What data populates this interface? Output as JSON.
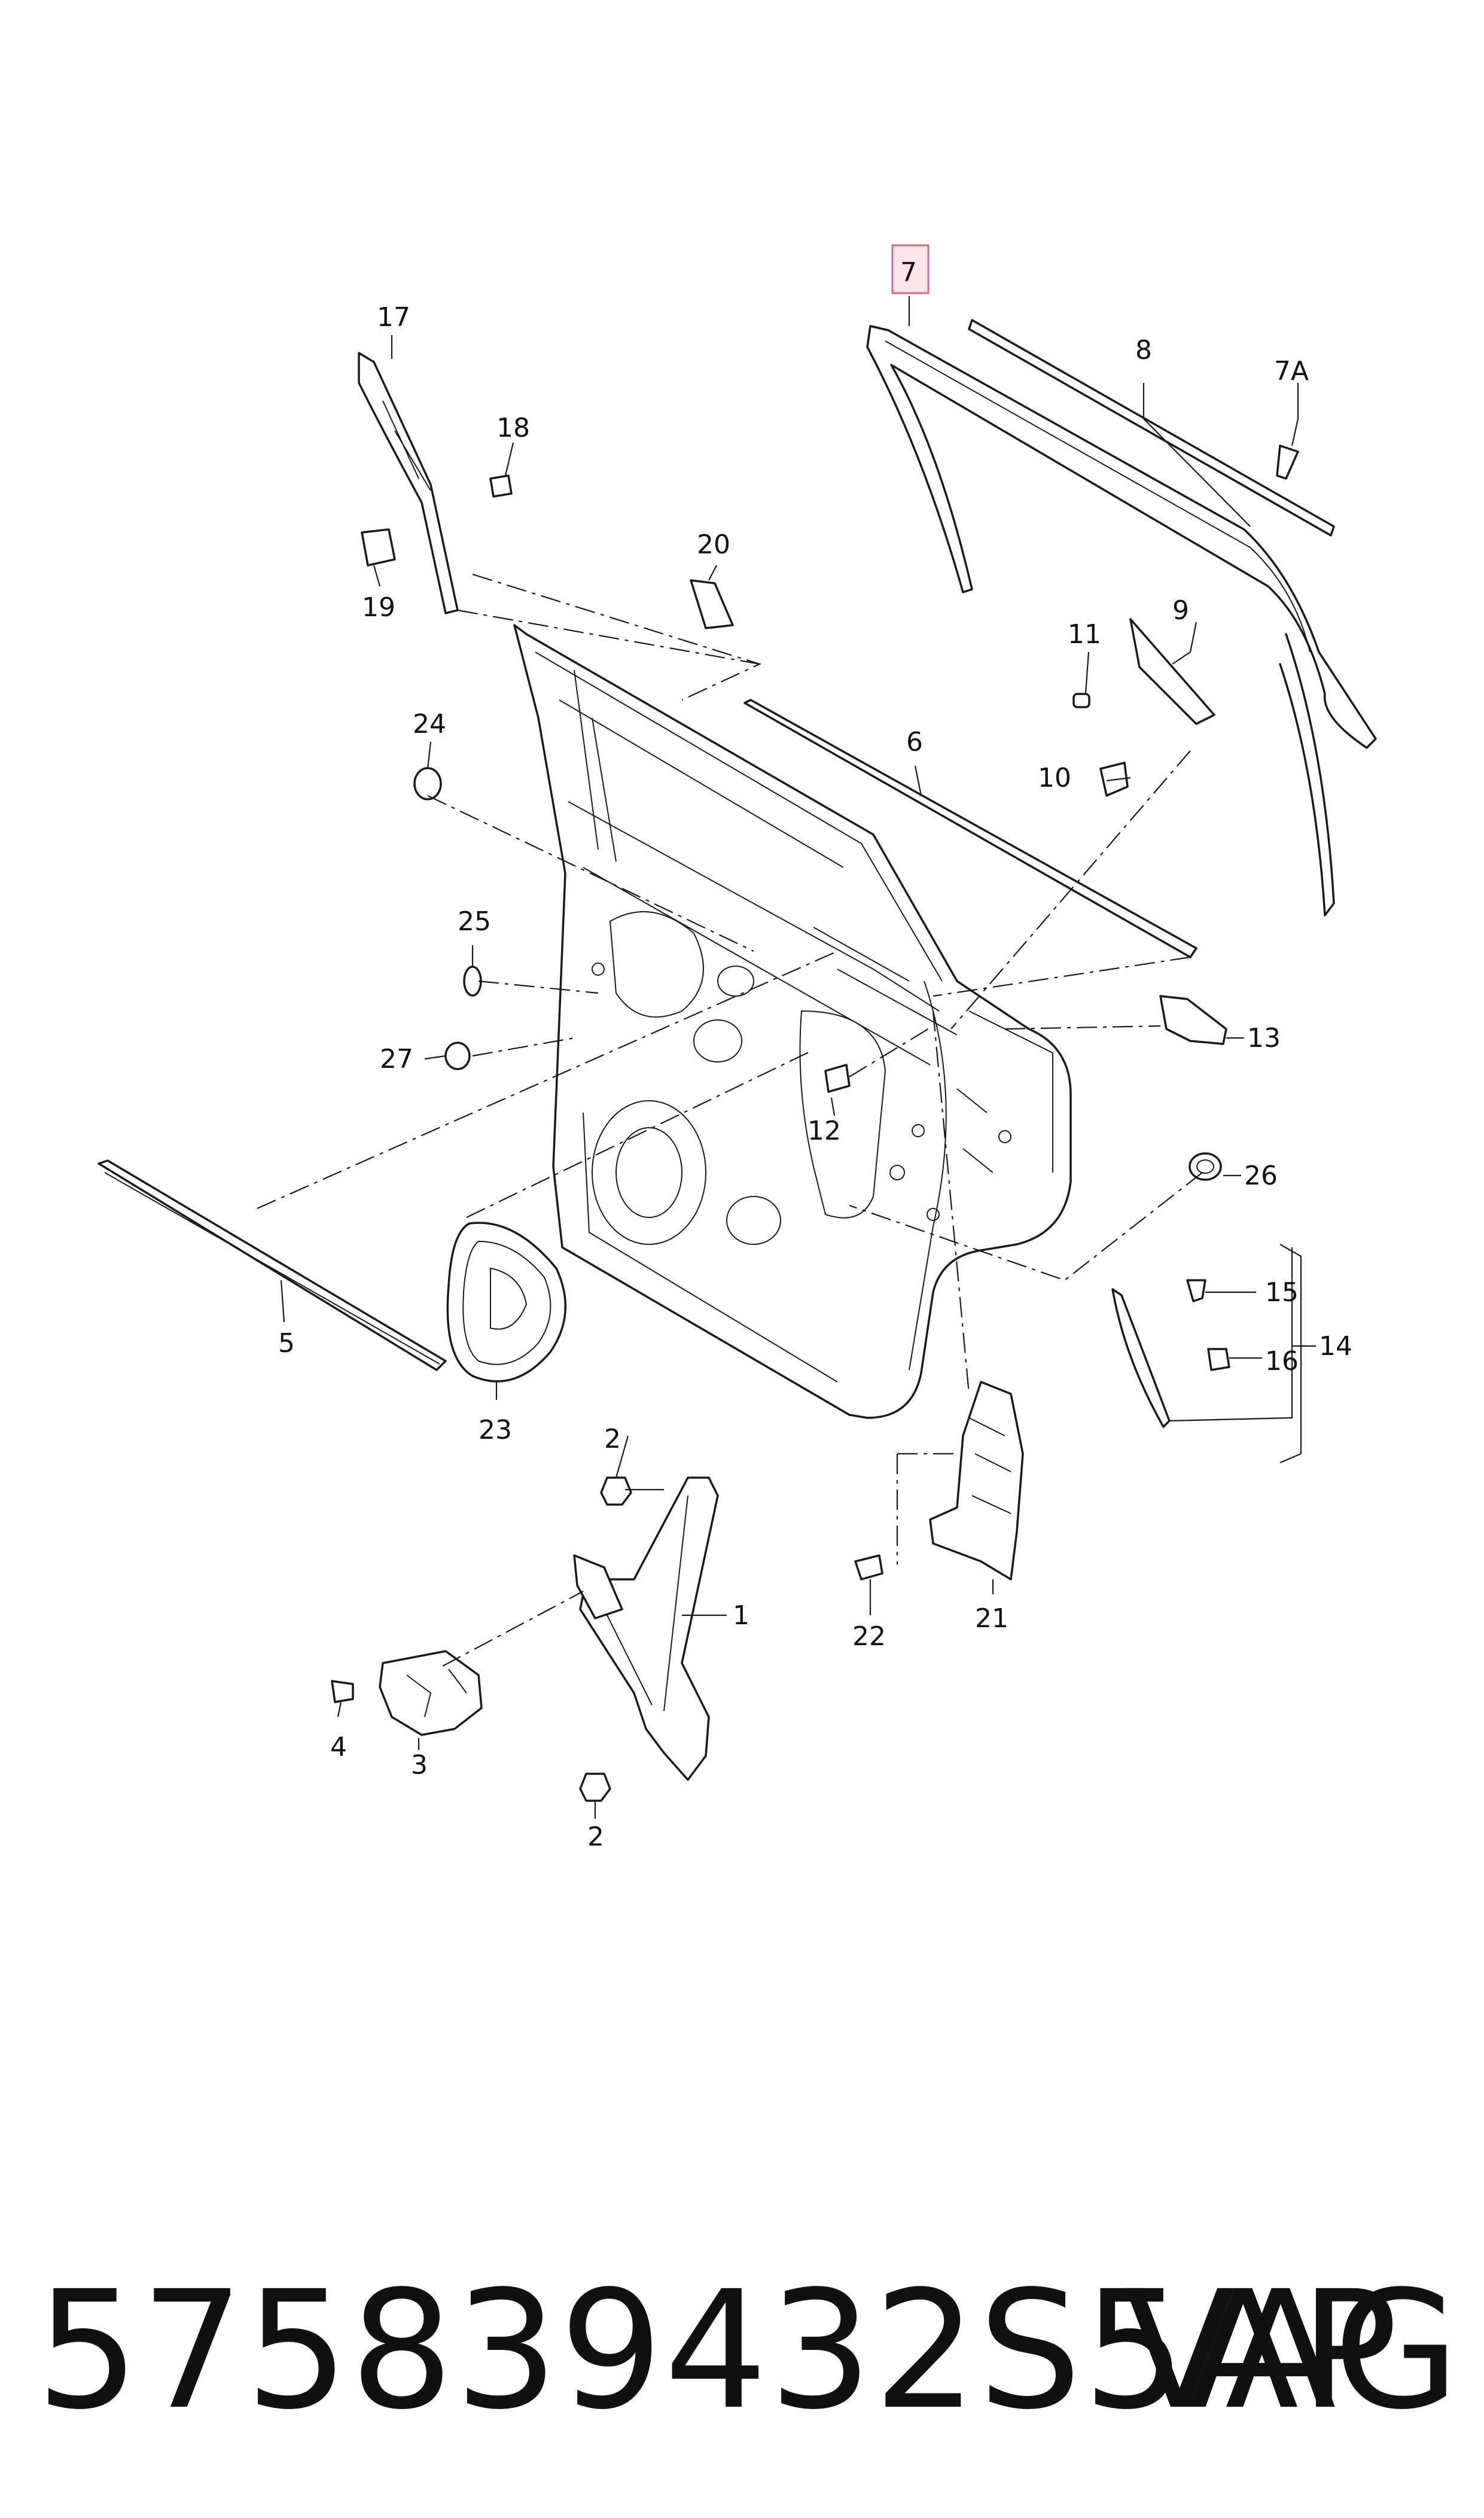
{
  "diagram": {
    "highlighted_callout": "7",
    "callouts": {
      "c1": "1",
      "c2a": "2",
      "c2b": "2",
      "c3": "3",
      "c4": "4",
      "c5": "5",
      "c6": "6",
      "c7": "7",
      "c7a": "7A",
      "c8": "8",
      "c9": "9",
      "c10": "10",
      "c11": "11",
      "c12": "12",
      "c13": "13",
      "c14": "14",
      "c15": "15",
      "c16": "16",
      "c17": "17",
      "c18": "18",
      "c19": "19",
      "c20": "20",
      "c21": "21",
      "c22": "22",
      "c23": "23",
      "c24": "24",
      "c25": "25",
      "c26": "26",
      "c27": "27"
    },
    "colors": {
      "line": "#1a1a1a",
      "highlight_fill": "#fde4ea",
      "highlight_stroke": "#d26a82"
    }
  },
  "footer": {
    "part_number": "575839432S5AP",
    "brand": "VAG"
  }
}
